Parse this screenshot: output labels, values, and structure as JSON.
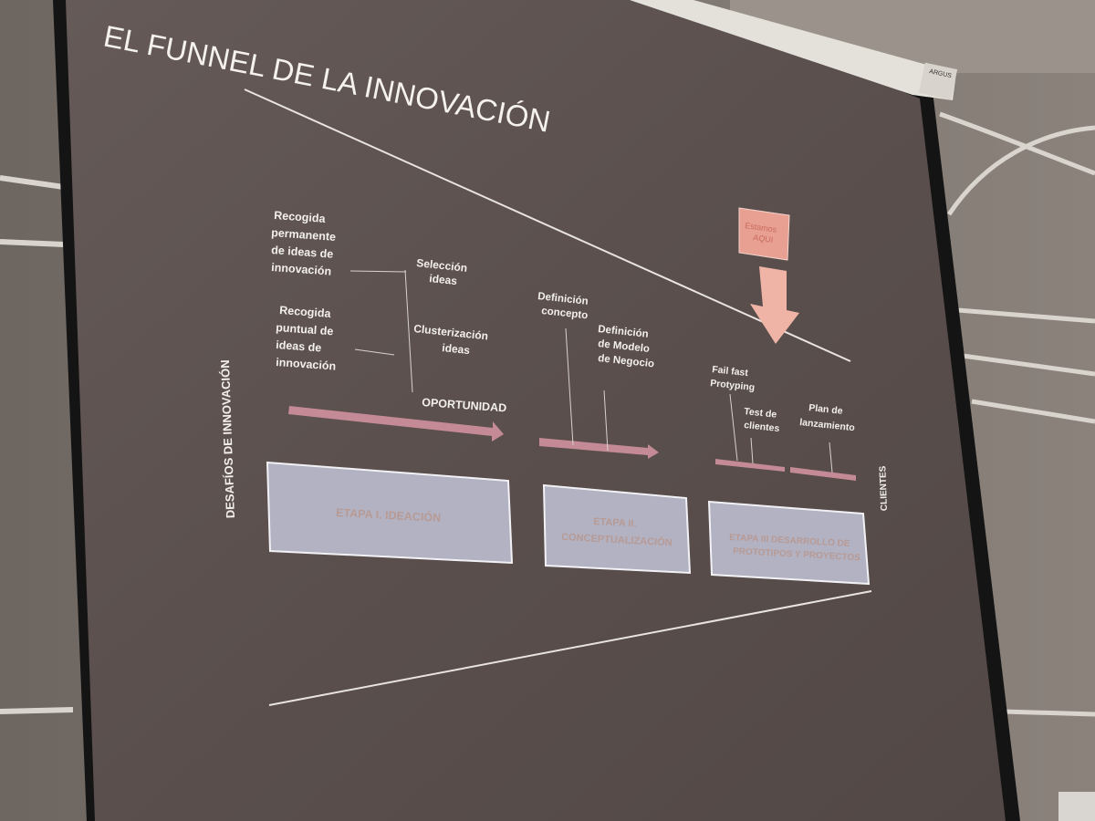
{
  "slide": {
    "title": "EL FUNNEL DE LA INNOVACIÓN",
    "left_axis_label": "DESAFÍOS DE INNOVACIÓN",
    "right_axis_label": "CLIENTES",
    "marker": {
      "line1": "Estamos",
      "line2": "AQUI"
    },
    "ideation_inputs": [
      {
        "lines": [
          "Recogida",
          "permanente",
          "de ideas de",
          "innovación"
        ]
      },
      {
        "lines": [
          "Recogida",
          "puntual de",
          "ideas de",
          "innovación"
        ]
      }
    ],
    "ideation_steps": [
      {
        "lines": [
          "Selección",
          "ideas"
        ]
      },
      {
        "lines": [
          "Clusterización",
          "ideas"
        ]
      }
    ],
    "opportunity_label": "OPORTUNIDAD",
    "concept_steps": [
      {
        "lines": [
          "Definición",
          "concepto"
        ]
      },
      {
        "lines": [
          "Definición",
          "de Modelo",
          "de Negocio"
        ]
      }
    ],
    "prototype_steps": [
      {
        "lines": [
          "Fail fast",
          "Protyping"
        ]
      },
      {
        "lines": [
          "Test de",
          "clientes"
        ]
      },
      {
        "lines": [
          "Plan de",
          "lanzamiento"
        ]
      }
    ],
    "stages": [
      {
        "lines": [
          "ETAPA I. IDEACIÓN"
        ]
      },
      {
        "lines": [
          "ETAPA II.",
          "CONCEPTUALIZACIÓN"
        ]
      },
      {
        "lines": [
          "ETAPA III DESARROLLO DE",
          "PROTOTIPOS Y PROYECTOS"
        ]
      }
    ],
    "projector_brand": "ARGUS"
  },
  "colors": {
    "wall": "#7e7670",
    "screen": "#5c5250",
    "screen_border": "#101010",
    "slide_text": "#f3f0ec",
    "arrow_pink": "#c48a96",
    "stage_box": "#b3b2c3",
    "stage_text": "#b79a94",
    "marker_fill": "#e8a093",
    "marker_arrow": "#f0b4a6"
  }
}
